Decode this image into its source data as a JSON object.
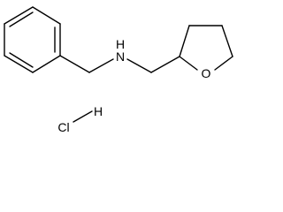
{
  "molecule": {
    "amine_label": "H\nN",
    "amine_h": "H",
    "amine_n": "N",
    "ring_oxygen": "O",
    "salt_cl": "Cl",
    "salt_h": "H"
  },
  "colors": {
    "bond": "#000000",
    "text": "#000000",
    "background": "#ffffff"
  }
}
